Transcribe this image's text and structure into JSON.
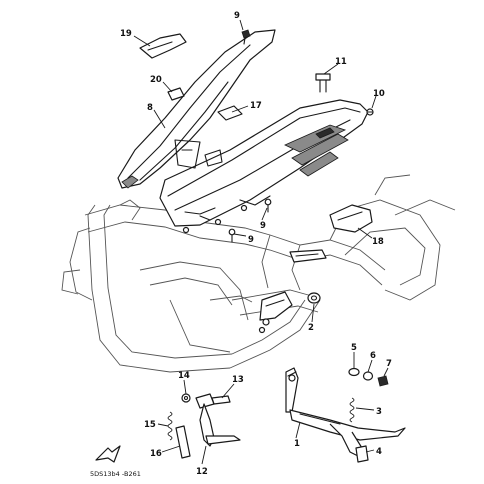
{
  "callouts": [
    {
      "id": "1",
      "label": "1"
    },
    {
      "id": "2",
      "label": "2"
    },
    {
      "id": "3",
      "label": "3"
    },
    {
      "id": "4",
      "label": "4"
    },
    {
      "id": "5",
      "label": "5"
    },
    {
      "id": "6",
      "label": "6"
    },
    {
      "id": "7",
      "label": "7"
    },
    {
      "id": "8",
      "label": "8"
    },
    {
      "id": "9a",
      "label": "9"
    },
    {
      "id": "9b",
      "label": "9"
    },
    {
      "id": "9c",
      "label": "9"
    },
    {
      "id": "10",
      "label": "10"
    },
    {
      "id": "11",
      "label": "11"
    },
    {
      "id": "12",
      "label": "12"
    },
    {
      "id": "13",
      "label": "13"
    },
    {
      "id": "14",
      "label": "14"
    },
    {
      "id": "15",
      "label": "15"
    },
    {
      "id": "16",
      "label": "16"
    },
    {
      "id": "17",
      "label": "17"
    },
    {
      "id": "18",
      "label": "18"
    },
    {
      "id": "19",
      "label": "19"
    },
    {
      "id": "20",
      "label": "20"
    }
  ],
  "diagram_code": "5DS13b4 -B261"
}
